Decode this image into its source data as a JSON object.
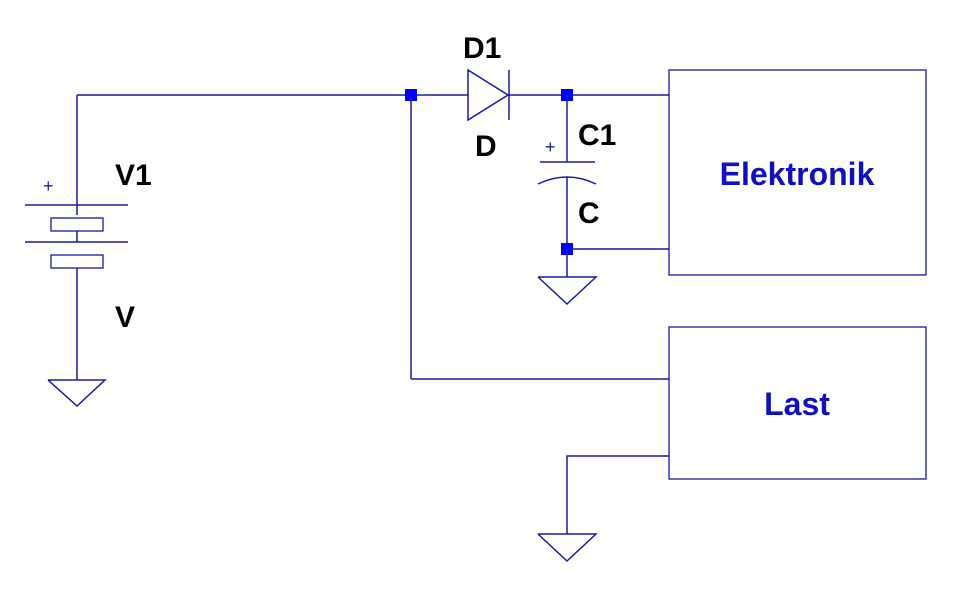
{
  "components": {
    "battery": {
      "ref": "V1",
      "value": "V",
      "polarity": "+"
    },
    "diode": {
      "ref": "D1",
      "value": "D"
    },
    "capacitor": {
      "ref": "C1",
      "value": "C",
      "polarity": "+"
    }
  },
  "blocks": {
    "electronics": {
      "label": "Elektronik"
    },
    "load": {
      "label": "Last"
    }
  },
  "colors": {
    "wire": "#1a1aa0",
    "junction": "#0000ff",
    "block_text": "#1010c0",
    "label_text": "#000000"
  }
}
